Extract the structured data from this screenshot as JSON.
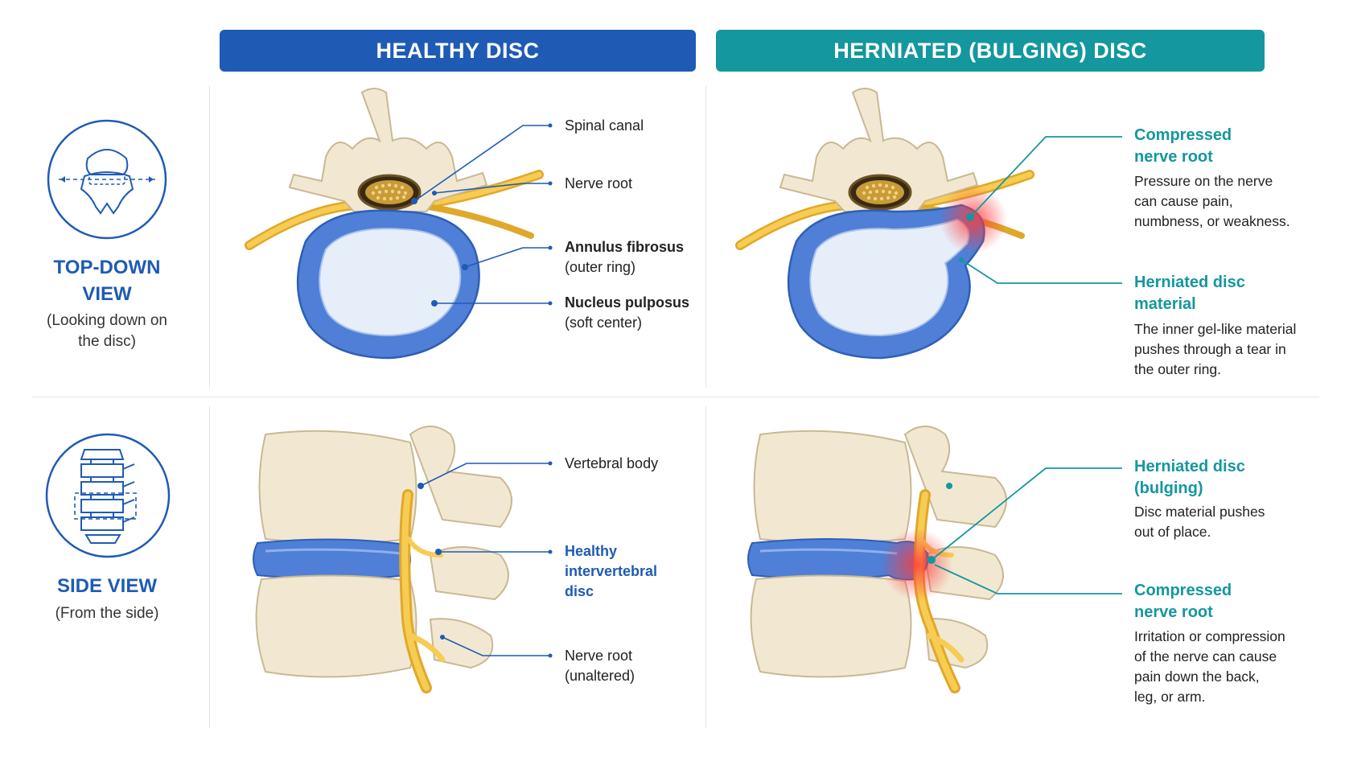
{
  "headers": {
    "healthy": "HEALTHY DISC",
    "herniated": "HERNIATED (BULGING) DISC"
  },
  "views": {
    "top": {
      "title_line1": "TOP-DOWN",
      "title_line2": "VIEW",
      "sub_line1": "(Looking down on",
      "sub_line2": "the disc)",
      "icon": "disc-top-view-icon"
    },
    "side": {
      "title": "SIDE VIEW",
      "sub": "(From the side)",
      "icon": "spine-side-view-icon"
    }
  },
  "healthy_top_labels": {
    "spinal_canal": "Spinal canal",
    "nerve_root": "Nerve root",
    "annulus_line1": "Annulus fibrosus",
    "annulus_line2": "(outer ring)",
    "nucleus_line1": "Nucleus pulposus",
    "nucleus_line2": "(soft center)"
  },
  "herniated_top_labels": {
    "compressed_line1": "Compressed",
    "compressed_line2": "nerve root",
    "compressed_desc_line1": "Pressure on the nerve",
    "compressed_desc_line2": "can cause pain,",
    "compressed_desc_line3": "numbness, or weakness.",
    "material_line1": "Herniated disc",
    "material_line2": "material",
    "material_desc_line1": "The inner gel-like material",
    "material_desc_line2": "pushes through a tear in",
    "material_desc_line3": "the outer ring."
  },
  "healthy_side_labels": {
    "vertebral_body": "Vertebral body",
    "healthy_line1": "Healthy",
    "healthy_line2": "intervertebral",
    "healthy_line3": "disc",
    "nerve_line1": "Nerve root",
    "nerve_line2": "(unaltered)"
  },
  "herniated_side_labels": {
    "bulging_line1": "Herniated disc",
    "bulging_line2": "(bulging)",
    "bulging_desc_line1": "Disc material pushes",
    "bulging_desc_line2": "out of place.",
    "compressed_line1": "Compressed",
    "compressed_line2": "nerve root",
    "compressed_desc_line1": "Irritation or compression",
    "compressed_desc_line2": "of the nerve can cause",
    "compressed_desc_line3": "pain down the back,",
    "compressed_desc_line4": "leg, or arm."
  },
  "colors": {
    "header_blue": "#1f5bb5",
    "header_teal": "#14979f",
    "bone": "#f2e8d2",
    "disc_ring": "#4f7fd6",
    "disc_center": "#e6eefa",
    "nerve": "#f2c13a",
    "inflammation": "#ff4d4d"
  }
}
